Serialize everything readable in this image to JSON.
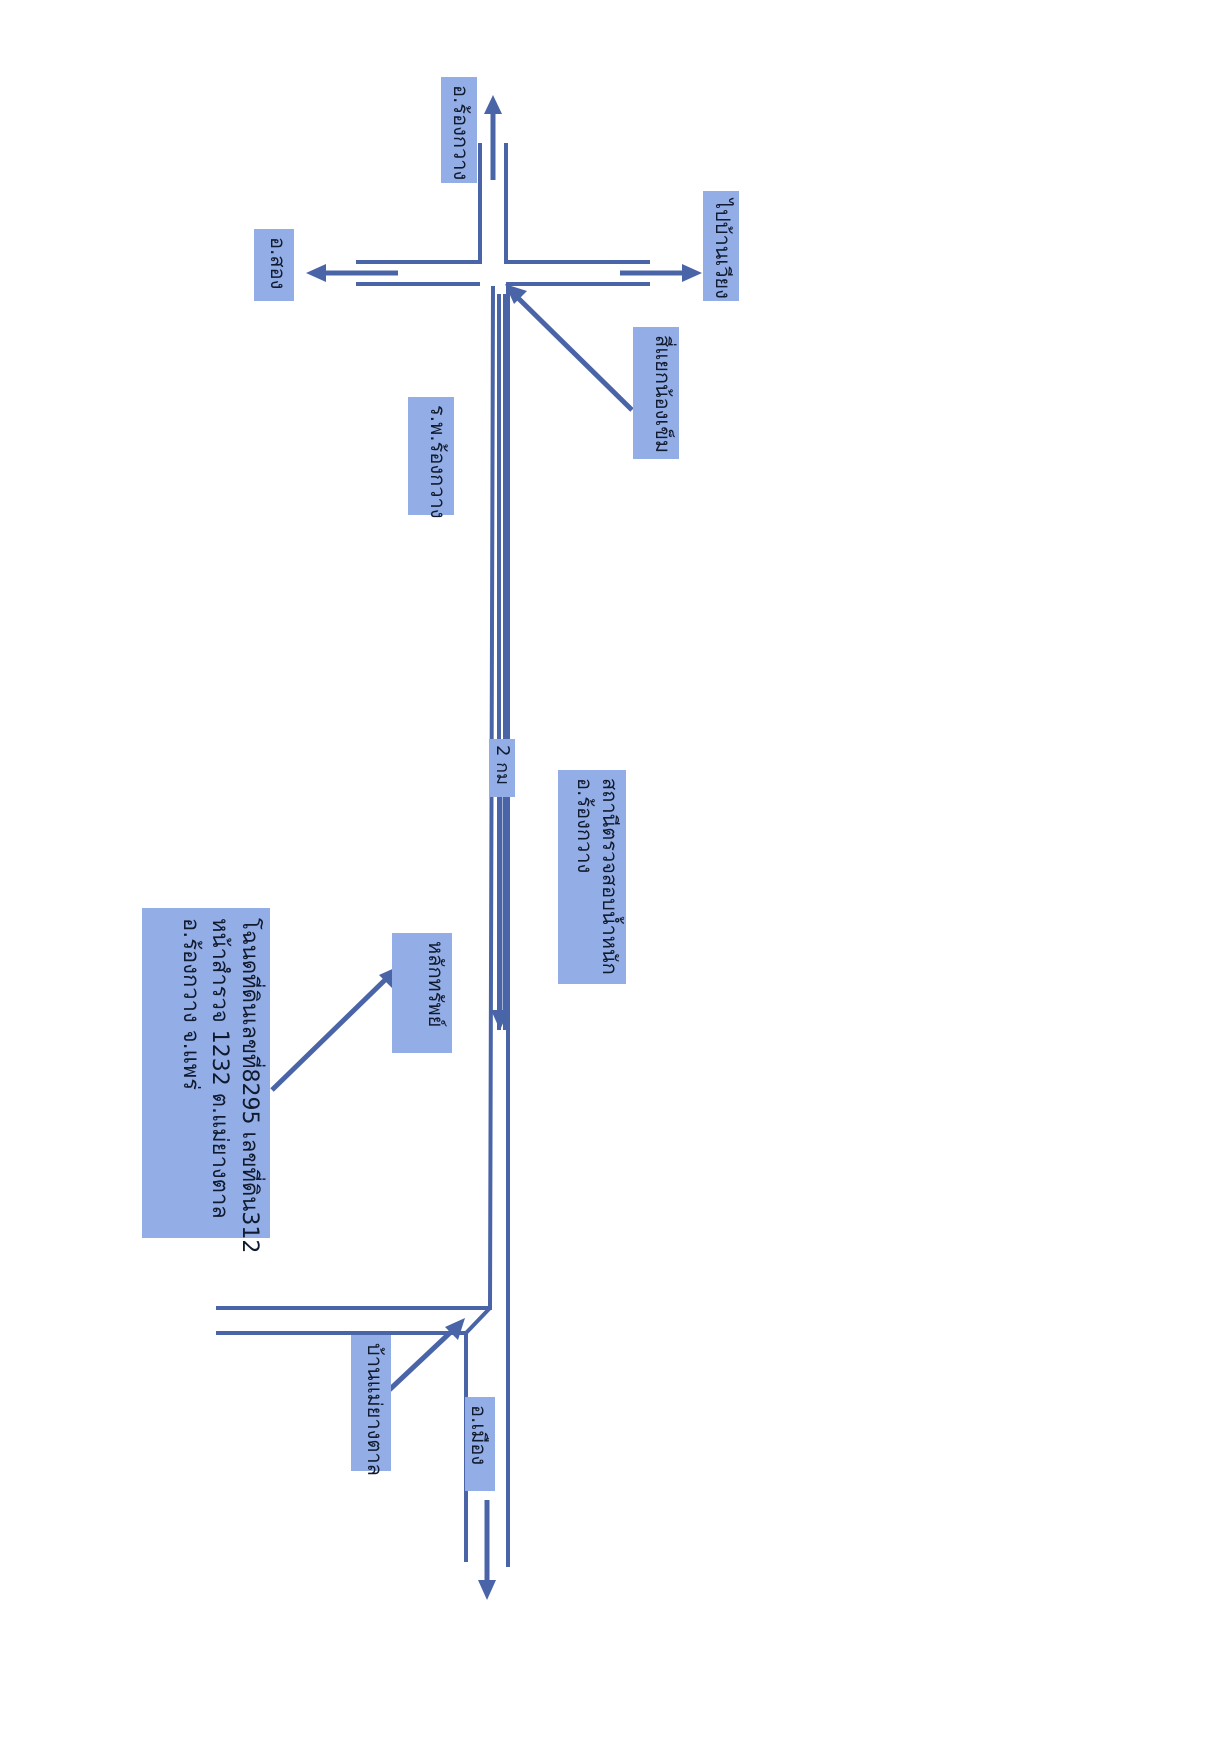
{
  "map": {
    "labels": {
      "rong_kwang_district_north": "อ.ร้องกวาง",
      "song_district": "อ.สอง",
      "ban_wiang": "ไปบ้านเวียง",
      "rong_kwang_hospital": "ร.พ.ร้องกวาง",
      "nong_khem_intersection": "สี่แยกน้องเข็ม",
      "distance": "2 กม",
      "police_station_line1": "สถานีตรวจสอบน้ำหนัก",
      "police_station_line2": "อ.ร้องกวาง",
      "land_deed_line1": "โฉนดที่ดินเลขที่8295 เลขที่ดิน312",
      "land_deed_line2": "หน้าสำรวจ 1232 ต.แม่ยางตาล",
      "land_deed_line3": "อ.ร้องกวาง จ.แพร่",
      "boundary_marker": "หลักทรัพย์",
      "ban_mae_yang_tan": "บ้านแม่ยางตาล",
      "mueang_district": "อ.เมือง"
    },
    "colors": {
      "road": "#4a64a8",
      "label_fill": "#93aee6",
      "label_text": "#111a2e"
    }
  }
}
